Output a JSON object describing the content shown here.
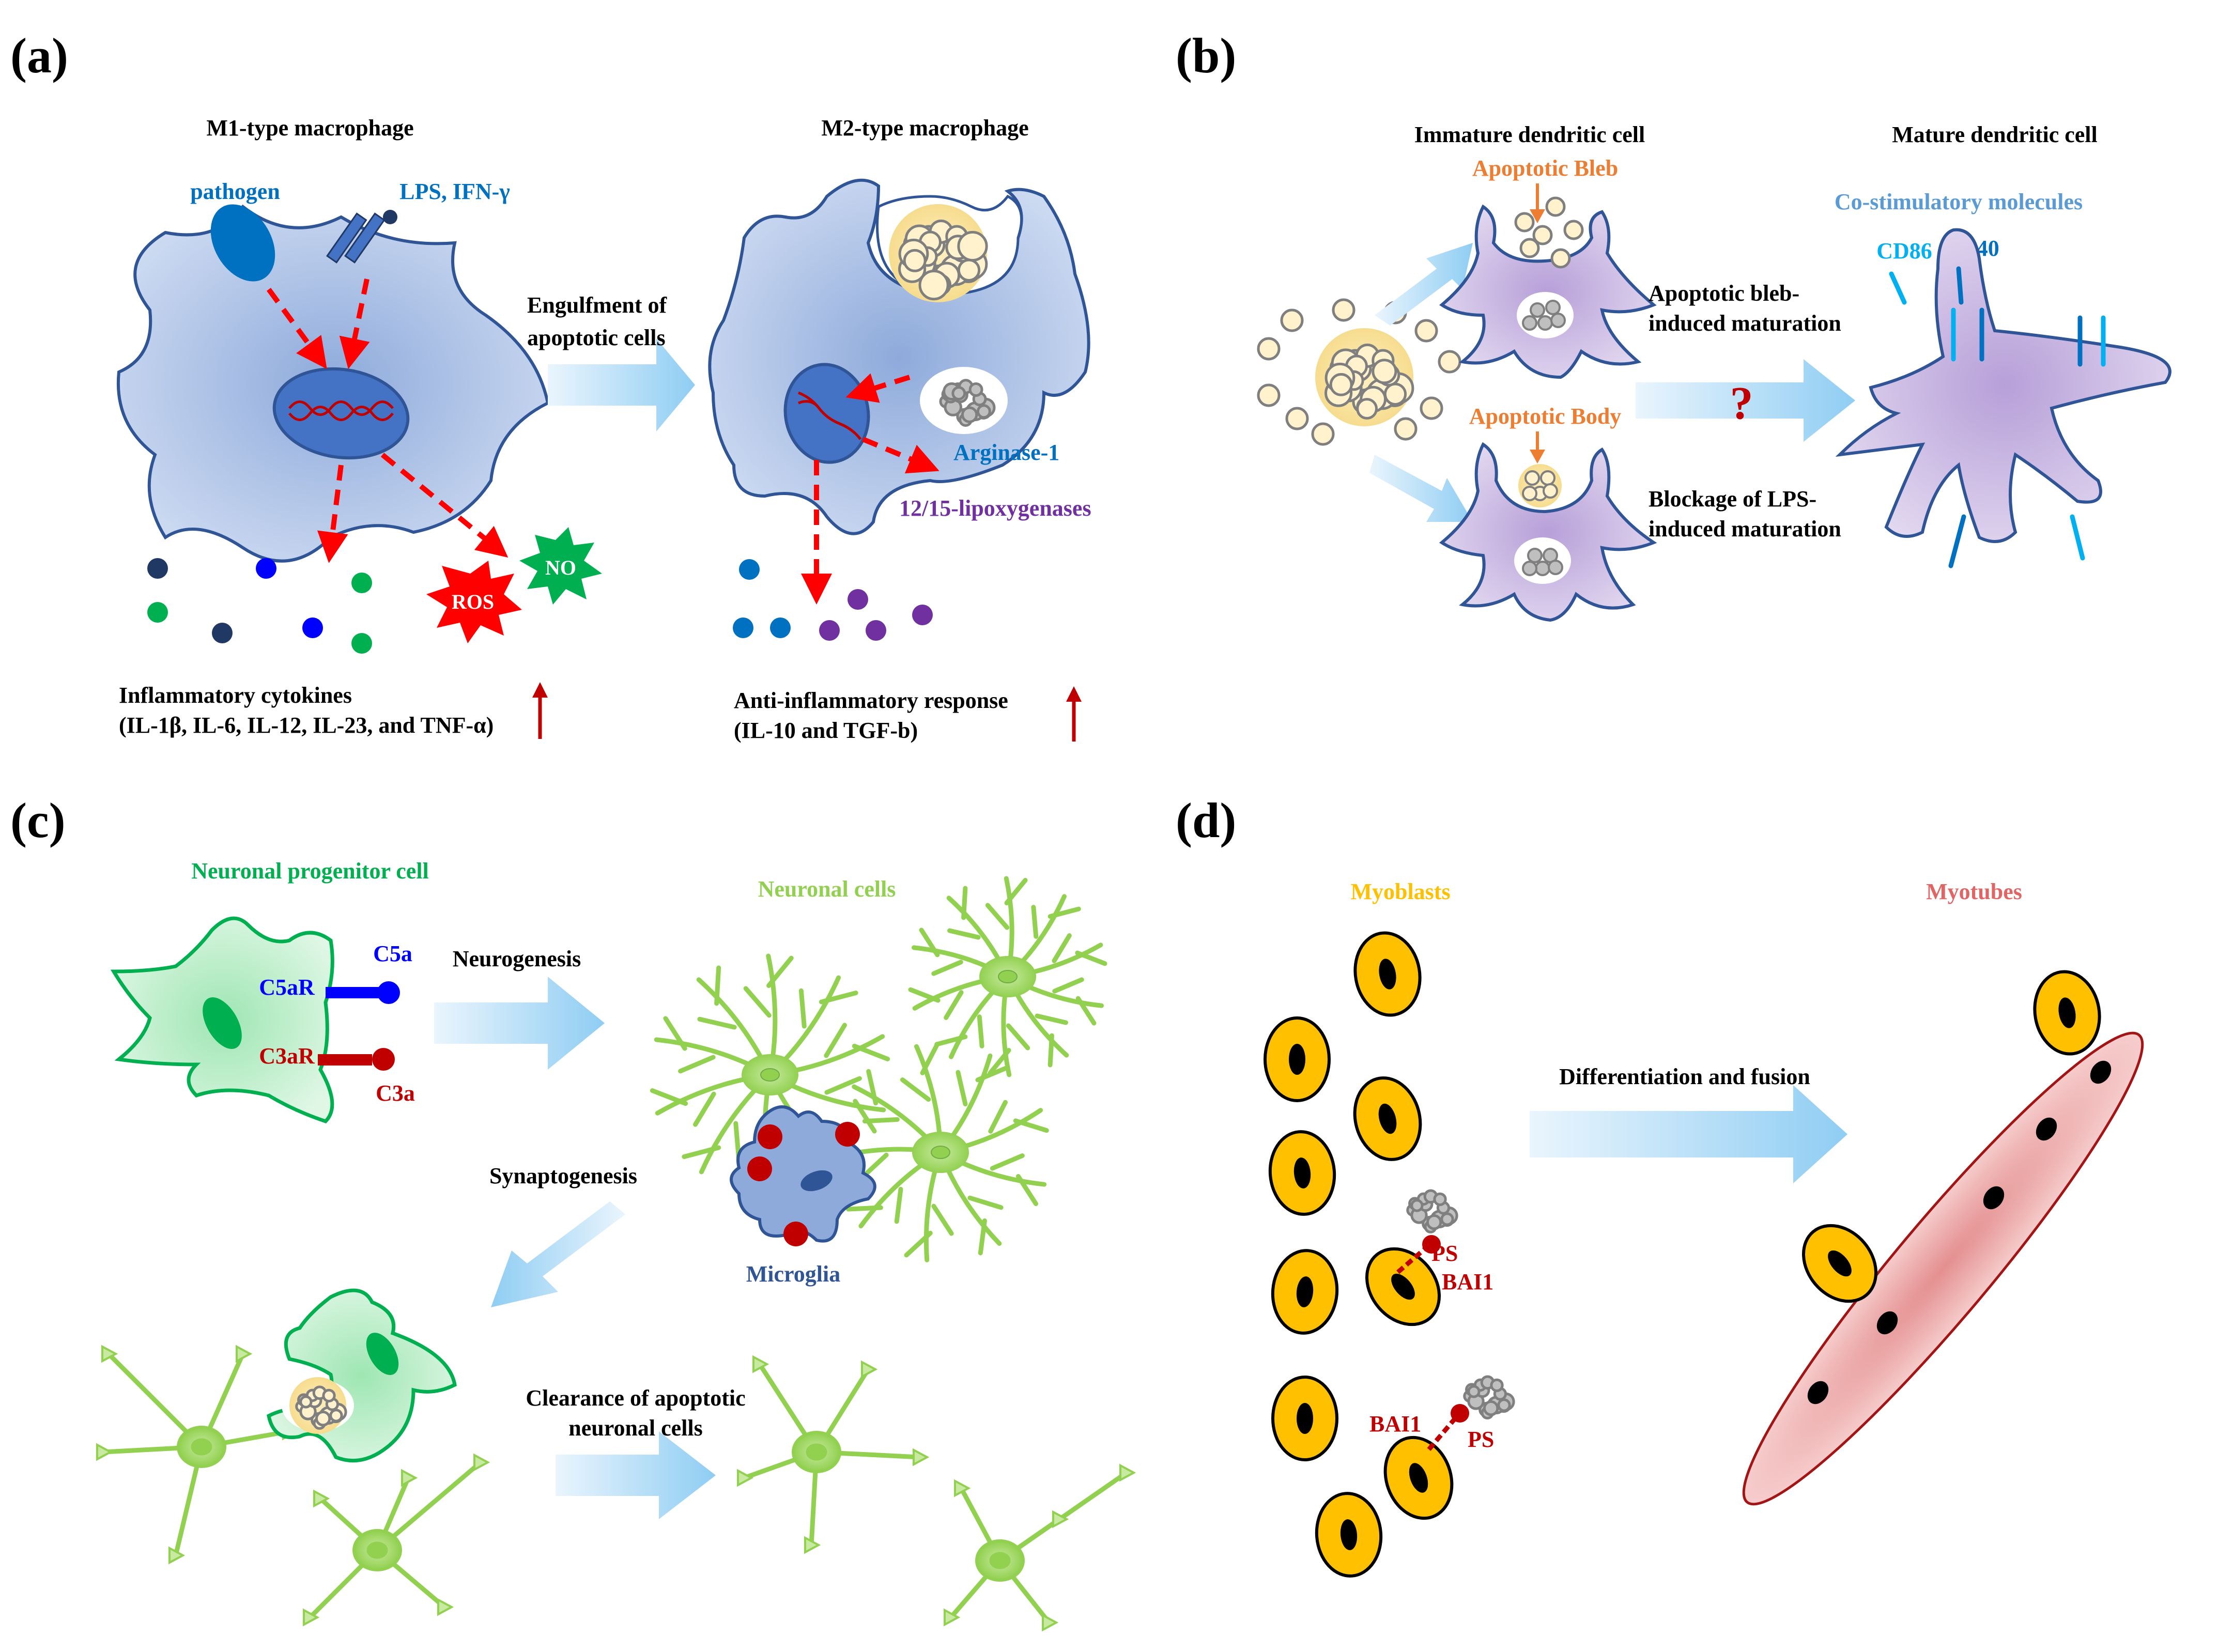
{
  "panels": {
    "a": {
      "letter": "(a)",
      "m1_title": "M1-type macrophage",
      "m2_title": "M2-type macrophage",
      "pathogen": "pathogen",
      "lps": "LPS, IFN-γ",
      "engulf_1": "Engulfment of",
      "engulf_2": "apoptotic cells",
      "ros": "ROS",
      "no": "NO",
      "arginase": "Arginase-1",
      "lipox": "12/15-lipoxygenases",
      "infl_1": "Inflammatory cytokines",
      "infl_2": "(IL-1β, IL-6, IL-12, IL-23, and TNF-α)",
      "anti_1": "Anti-inflammatory response",
      "anti_2": "(IL-10 and TGF-b)"
    },
    "b": {
      "letter": "(b)",
      "immature": "Immature dendritic cell",
      "mature": "Mature dendritic cell",
      "bleb": "Apoptotic Bleb",
      "body": "Apoptotic Body",
      "costim": "Co-stimulatory molecules",
      "cd86": "CD86",
      "cd40": "CD40",
      "bleb_mat_1": "Apoptotic bleb-",
      "bleb_mat_2": "induced maturation",
      "block_1": "Blockage of LPS-",
      "block_2": "induced maturation",
      "question": "?"
    },
    "c": {
      "letter": "(c)",
      "npc": "Neuronal progenitor cell",
      "neuronal": "Neuronal cells",
      "c5a": "C5a",
      "c5ar": "C5aR",
      "c3a": "C3a",
      "c3ar": "C3aR",
      "neurogenesis": "Neurogenesis",
      "synaptogenesis": "Synaptogenesis",
      "microglia": "Microglia",
      "clear_1": "Clearance of apoptotic",
      "clear_2": "neuronal cells"
    },
    "d": {
      "letter": "(d)",
      "myoblasts": "Myoblasts",
      "myotubes": "Myotubes",
      "diff": "Differentiation and fusion",
      "ps": "PS",
      "bai1": "BAI1"
    }
  },
  "colors": {
    "macrophage_fill": "#b4c7ea",
    "cell_outline": "#2f5597",
    "red_arrow": "#ff0000",
    "dc_fill": "#c9b7e0",
    "neuron_green": "#92d050",
    "npc_green": "#00b050",
    "myoblast_yellow": "#ffc000",
    "myotube_pink": "#f4b6b6",
    "orange_text": "#ed7d31",
    "blue_text": "#0070c0",
    "purple_text": "#7030a0",
    "dark_red": "#c00000"
  }
}
